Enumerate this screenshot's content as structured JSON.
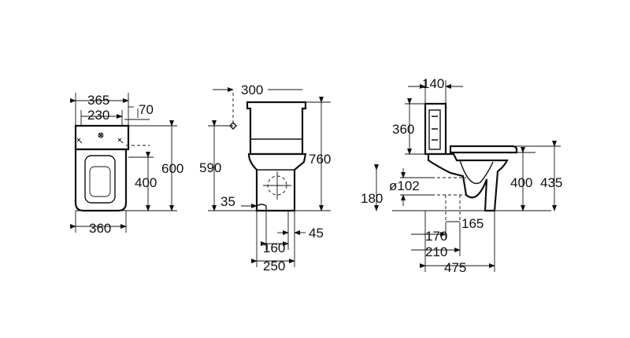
{
  "front_view": {
    "top_width": "365",
    "inner_width": "230",
    "side_offset": "70",
    "height": "600",
    "seat_height": "400",
    "bottom_width": "360"
  },
  "side_view": {
    "top_depth": "300",
    "pipe_height": "590",
    "total_height": "760",
    "outlet_height": "35",
    "outlet_offset": "160",
    "base_depth": "250",
    "outlet_side": "45"
  },
  "section_view": {
    "tank_depth": "140",
    "tank_height": "360",
    "pipe_diameter": "ø102",
    "pipe_height": "180",
    "seat_height": "400",
    "bowl_height": "435",
    "offset_170": "170",
    "offset_165": "165",
    "offset_210": "210",
    "total_depth": "475"
  }
}
